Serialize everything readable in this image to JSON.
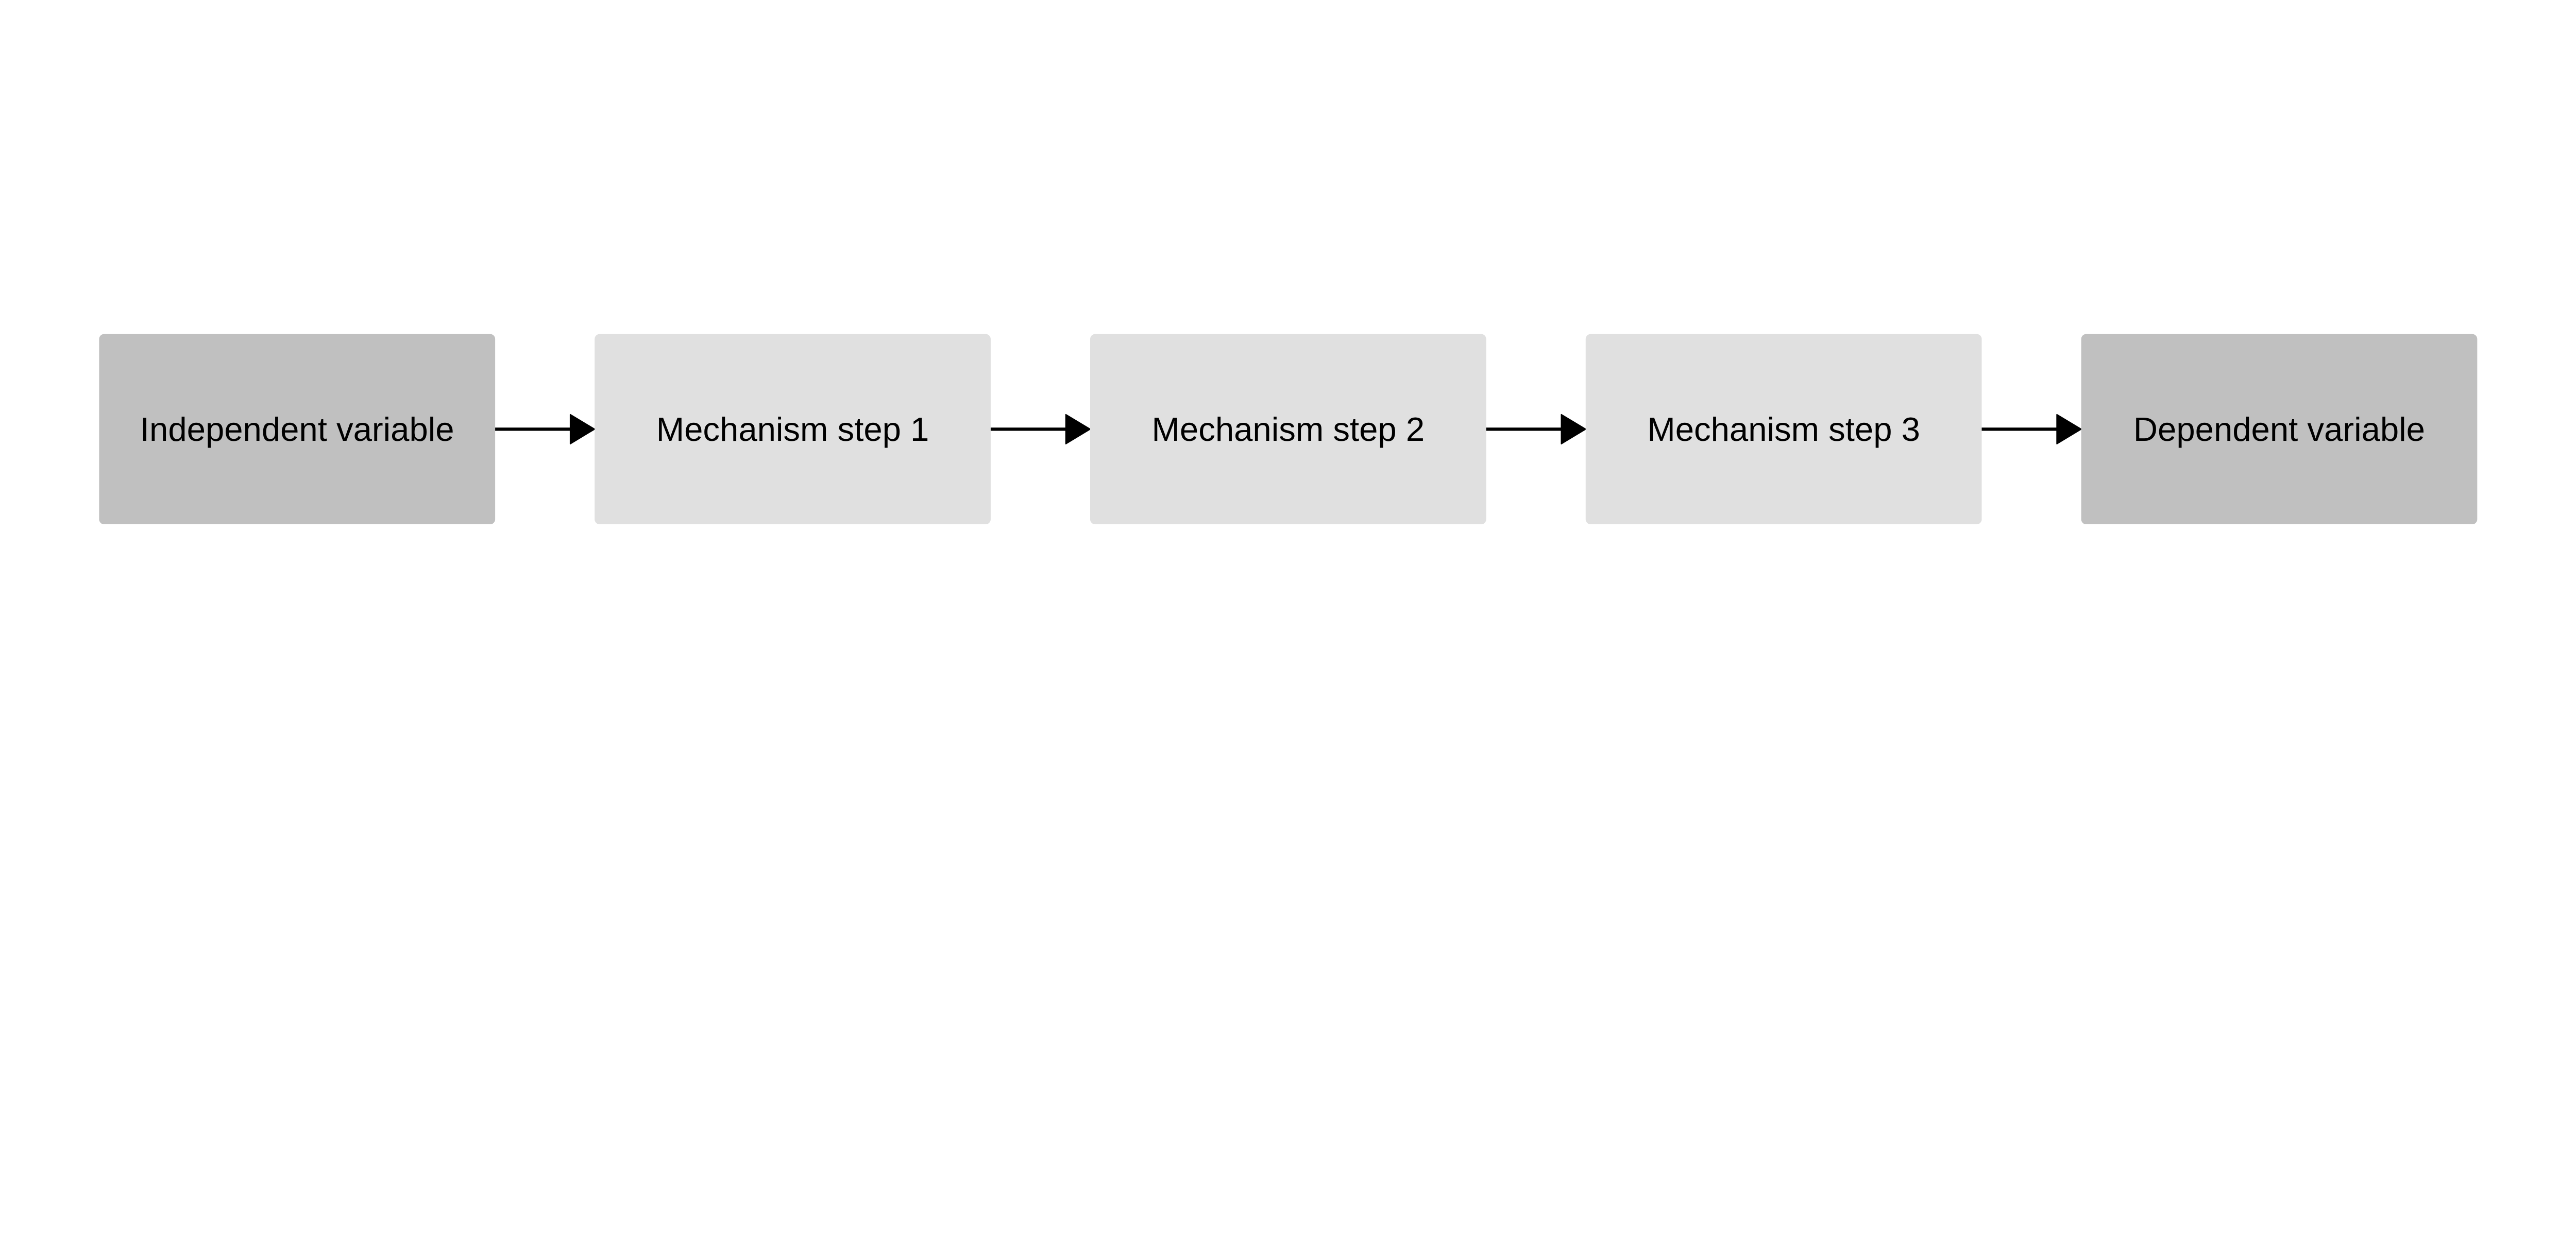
{
  "diagram": {
    "nodes": [
      {
        "label": "Independent variable",
        "role": "endpoint",
        "color": "#c0c0c0"
      },
      {
        "label": "Mechanism step 1",
        "role": "step",
        "color": "#e0e0e0"
      },
      {
        "label": "Mechanism step 2",
        "role": "step",
        "color": "#e0e0e0"
      },
      {
        "label": "Mechanism step 3",
        "role": "step",
        "color": "#e0e0e0"
      },
      {
        "label": "Dependent variable",
        "role": "endpoint",
        "color": "#c0c0c0"
      }
    ],
    "edges": [
      {
        "from": 0,
        "to": 1
      },
      {
        "from": 1,
        "to": 2
      },
      {
        "from": 2,
        "to": 3
      },
      {
        "from": 3,
        "to": 4
      }
    ],
    "arrow_color": "#000000"
  }
}
